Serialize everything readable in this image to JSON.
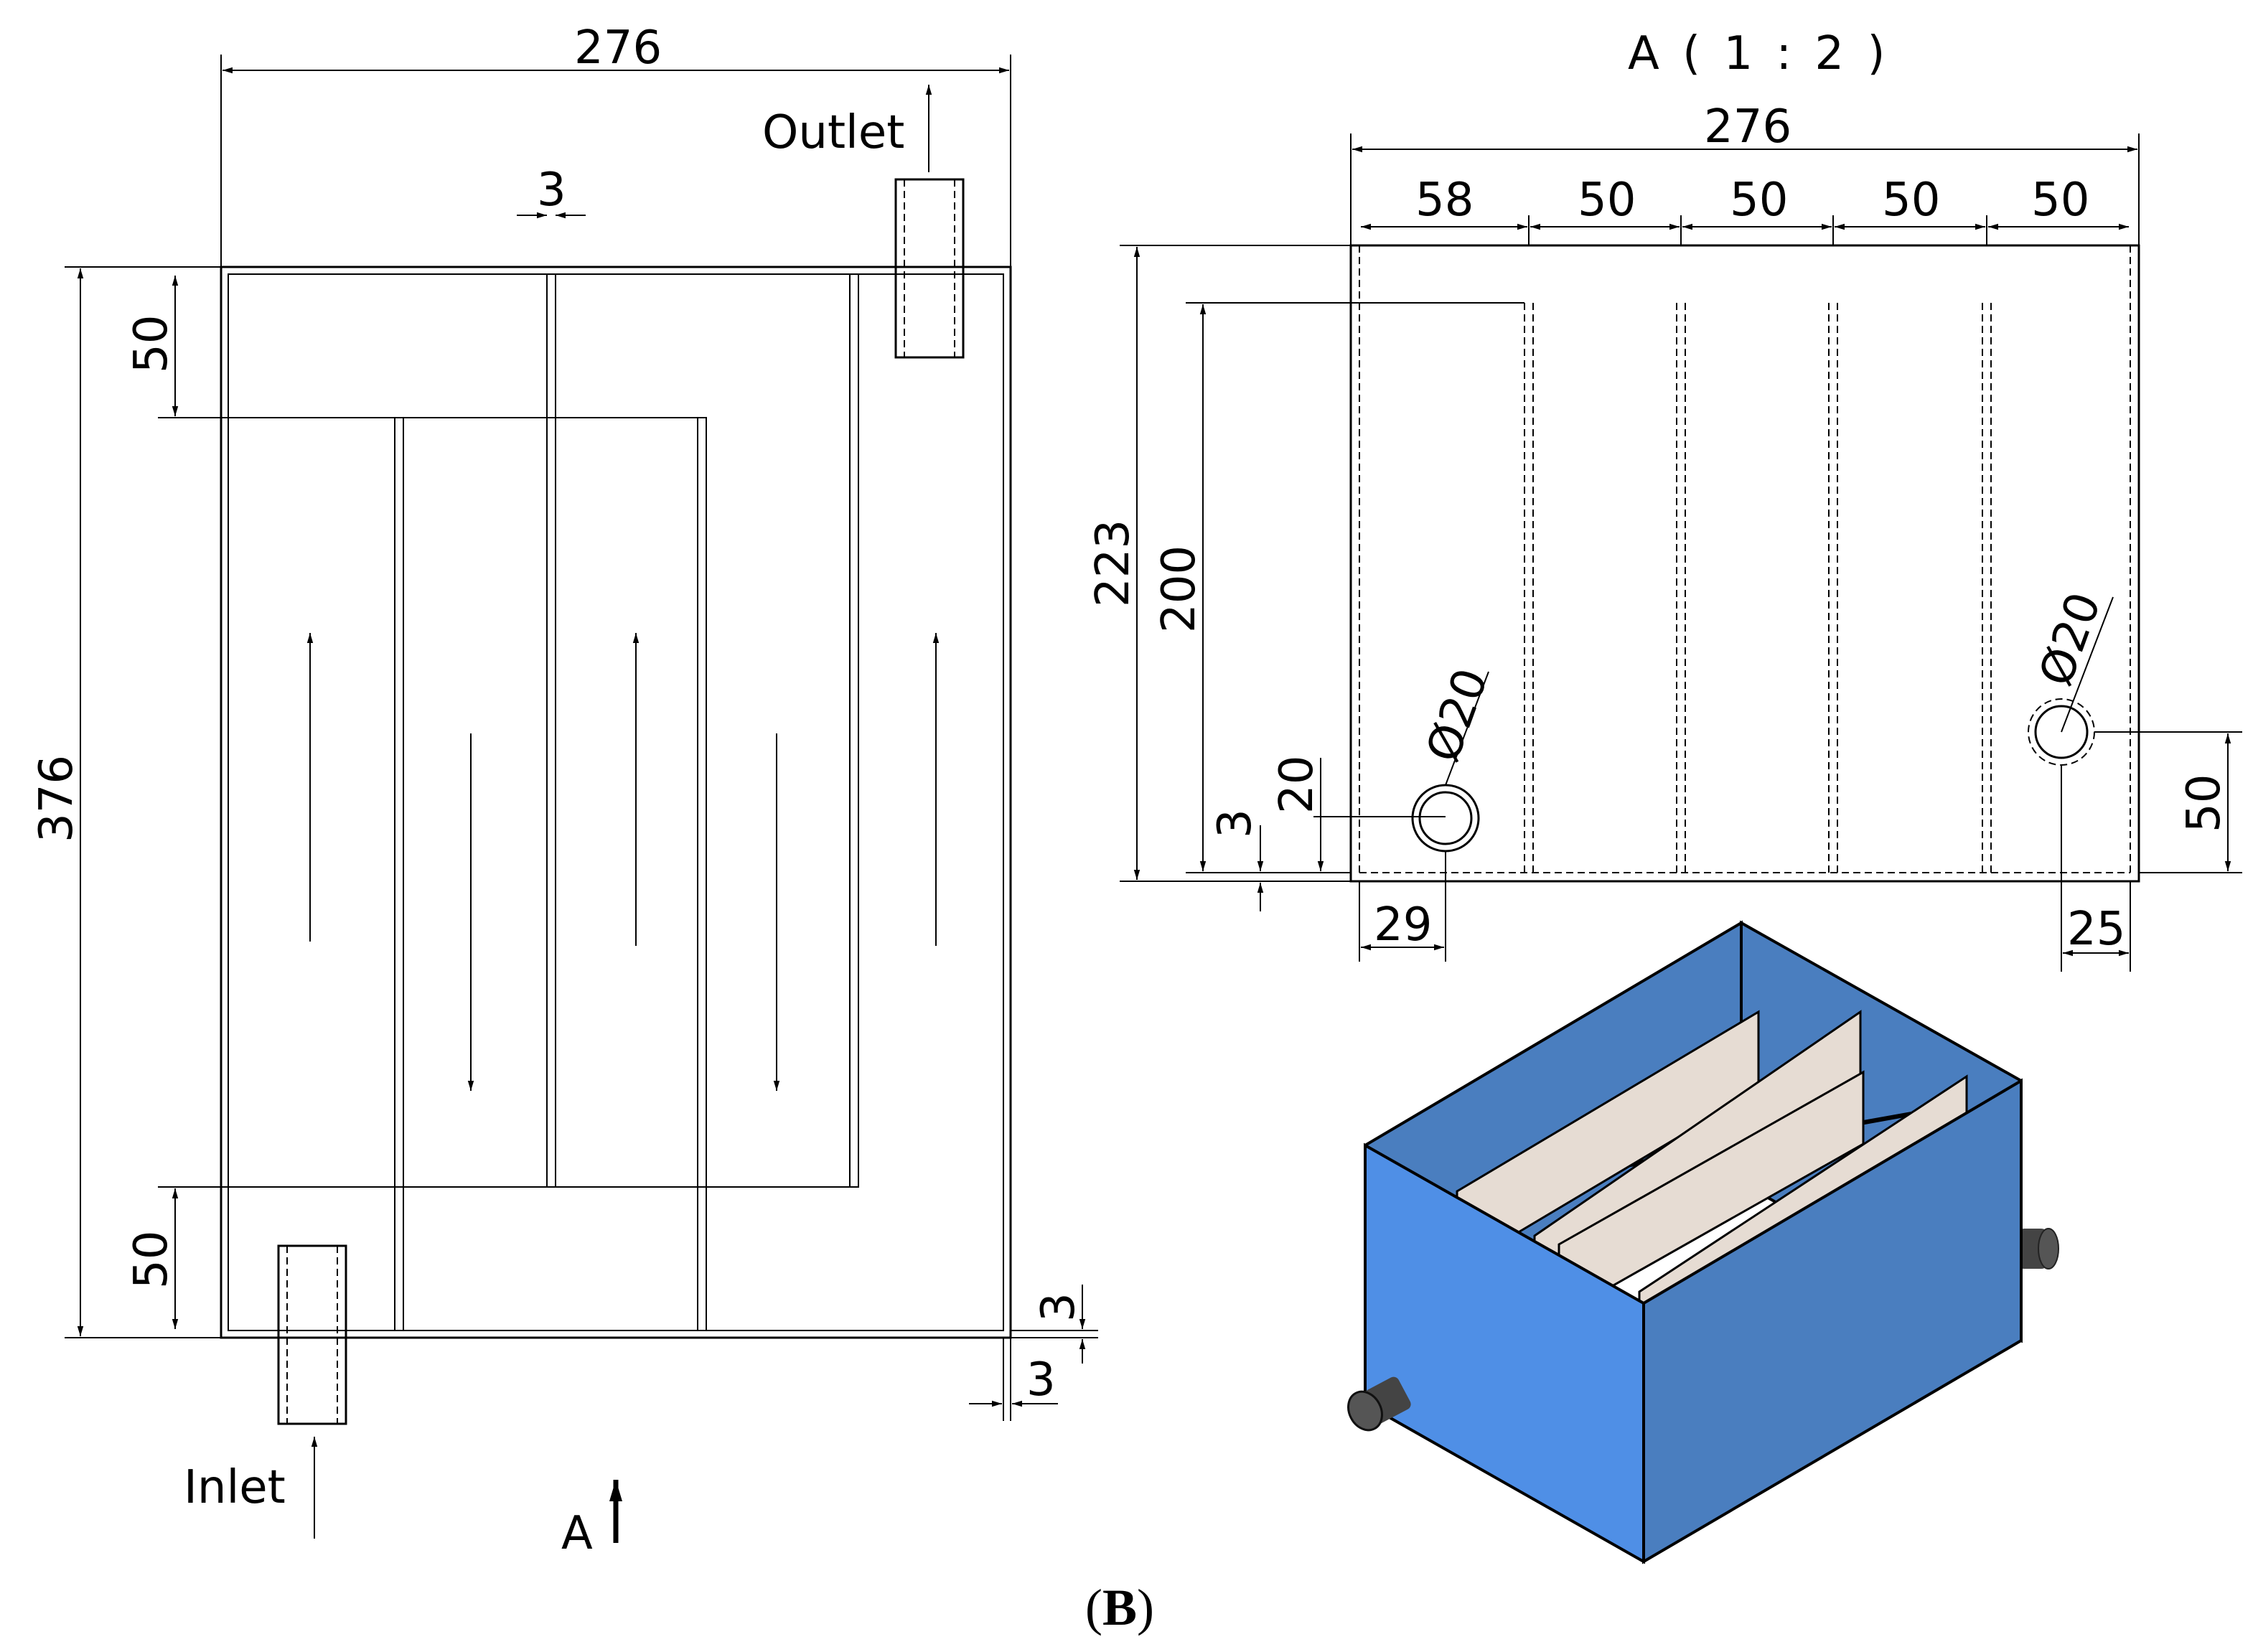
{
  "top_view": {
    "width_dim": "276",
    "height_dim": "376",
    "top_gap_dim": "50",
    "bottom_gap_dim": "50",
    "baffle_thickness_dim": "3",
    "wall_thickness_bottom_dim": "3",
    "wall_thickness_side_dim": "3",
    "outlet_label": "Outlet",
    "inlet_label": "Inlet",
    "section_label": "A"
  },
  "section_view": {
    "title": "A ( 1 : 2 )",
    "width_dim": "276",
    "segment_dims": [
      "58",
      "50",
      "50",
      "50",
      "50"
    ],
    "height_dim": "223",
    "baffle_height_dim": "200",
    "inlet_height_dim": "20",
    "floor_thickness_dim": "3",
    "inlet_offset_dim": "29",
    "outlet_offset_dim": "25",
    "outlet_height_dim": "50",
    "inlet_diameter_label": "Ø20",
    "outlet_diameter_label": "Ø20"
  },
  "iso_view": {
    "box_front_color": "#4f8fe6",
    "box_side_color": "#4a7ebf",
    "box_inside_color": "#4a7ebf",
    "baffle_color": "#e6dcd3",
    "pipe_color": "#444444"
  },
  "caption": {
    "open": "(",
    "letter": "B",
    "close": ")"
  }
}
